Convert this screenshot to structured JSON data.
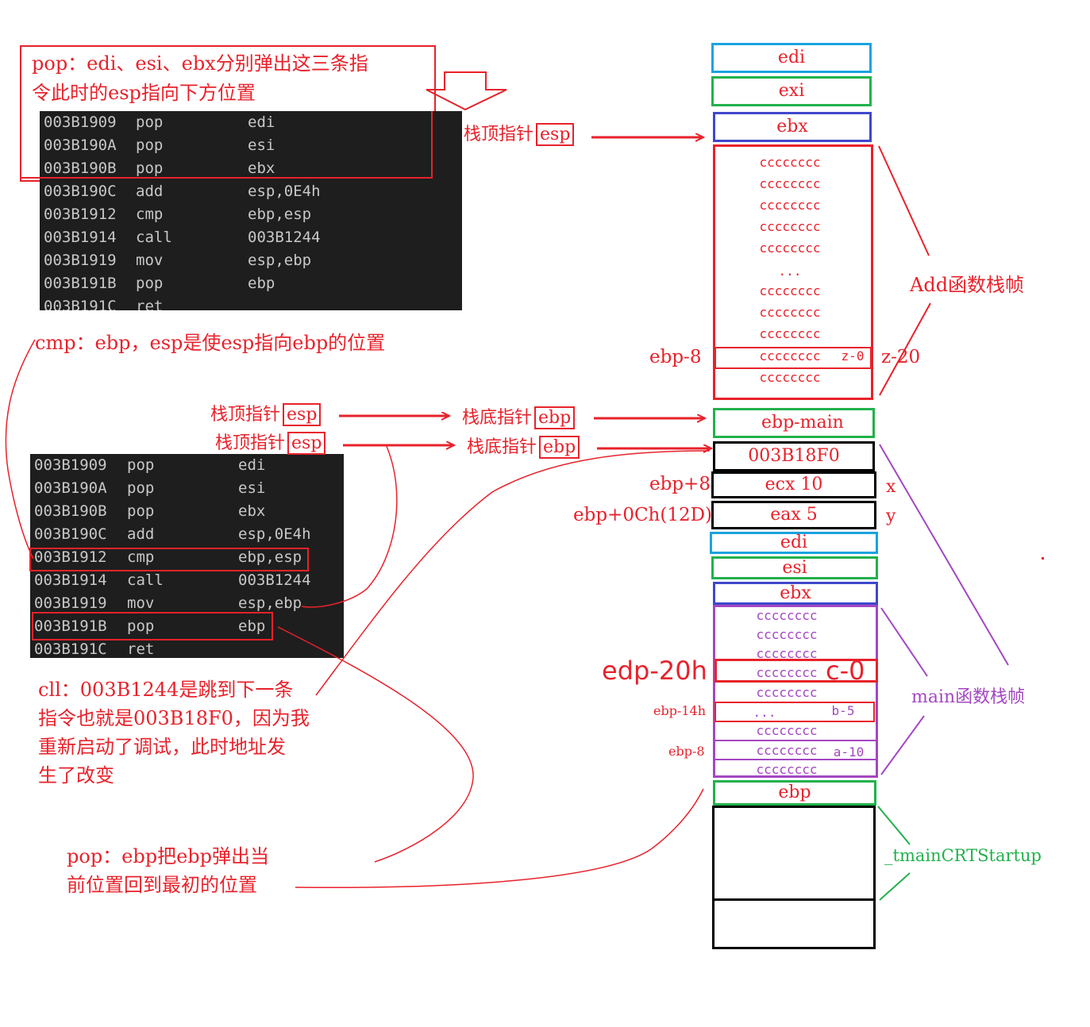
{
  "notes": {
    "pop_top_line1": "pop：edi、esi、ebx分别弹出这三条指",
    "pop_top_line2": "令此时的esp指向下方位置",
    "cmp": "cmp：ebp，esp是使esp指向ebp的位置",
    "call_line1": "cll：003B1244是跳到下一条",
    "call_line2": "指令也就是003B18F0，因为我",
    "call_line3": "重新启动了调试，此时地址发",
    "call_line4": "生了改变",
    "pop_bottom_line1": "pop：ebp把ebp弹出当",
    "pop_bottom_line2": "前位置回到最初的位置"
  },
  "asm_rows": [
    {
      "addr": "003B1909",
      "op": "pop",
      "arg": "edi"
    },
    {
      "addr": "003B190A",
      "op": "pop",
      "arg": "esi"
    },
    {
      "addr": "003B190B",
      "op": "pop",
      "arg": "ebx"
    },
    {
      "addr": "003B190C",
      "op": "add",
      "arg": "esp,0E4h"
    },
    {
      "addr": "003B1912",
      "op": "cmp",
      "arg": "ebp,esp"
    },
    {
      "addr": "003B1914",
      "op": "call",
      "arg": "003B1244"
    },
    {
      "addr": "003B1919",
      "op": "mov",
      "arg": "esp,ebp"
    },
    {
      "addr": "003B191B",
      "op": "pop",
      "arg": "ebp"
    },
    {
      "addr": "003B191C",
      "op": "ret",
      "arg": ""
    }
  ],
  "pointers": {
    "esp_top_label": "栈顶指针",
    "esp_reg": "esp",
    "ebp_label": "栈底指针",
    "ebp_reg": "ebp"
  },
  "stack": {
    "edi_top": "edi",
    "exi_top": "exi",
    "ebx_top": "ebx",
    "fill": "cccccccc",
    "dots": "...",
    "z_cell": "z-0",
    "ebp_main": "ebp-main",
    "ret_addr": "003B18F0",
    "ecx": "ecx 10",
    "eax": "eax 5",
    "edi2": "edi",
    "esi2": "esi",
    "ebx2": "ebx",
    "c_cell": "c-0",
    "b_cell": "b-5",
    "a_cell": "a-10",
    "ebp_bottom": "ebp"
  },
  "labels": {
    "ebp_minus_8_top": "ebp-8",
    "z_20": "z-20",
    "add_frame": "Add函数栈帧",
    "ebp_plus_8": "ebp+8",
    "ebp_plus_0c": "ebp+0Ch(12D)",
    "x": "x",
    "y": "y",
    "edp_20h": "edp-20h",
    "ebp_14h": "ebp-14h",
    "ebp_8_bottom": "ebp-8",
    "main_frame": "main函数栈帧",
    "tmain": "_tmainCRTStartup"
  },
  "colors": {
    "red": "#e8222b",
    "blue": "#1aa3df",
    "green": "#22b14c",
    "indigo": "#3f48cc",
    "purple": "#a347c2",
    "black": "#000000"
  }
}
